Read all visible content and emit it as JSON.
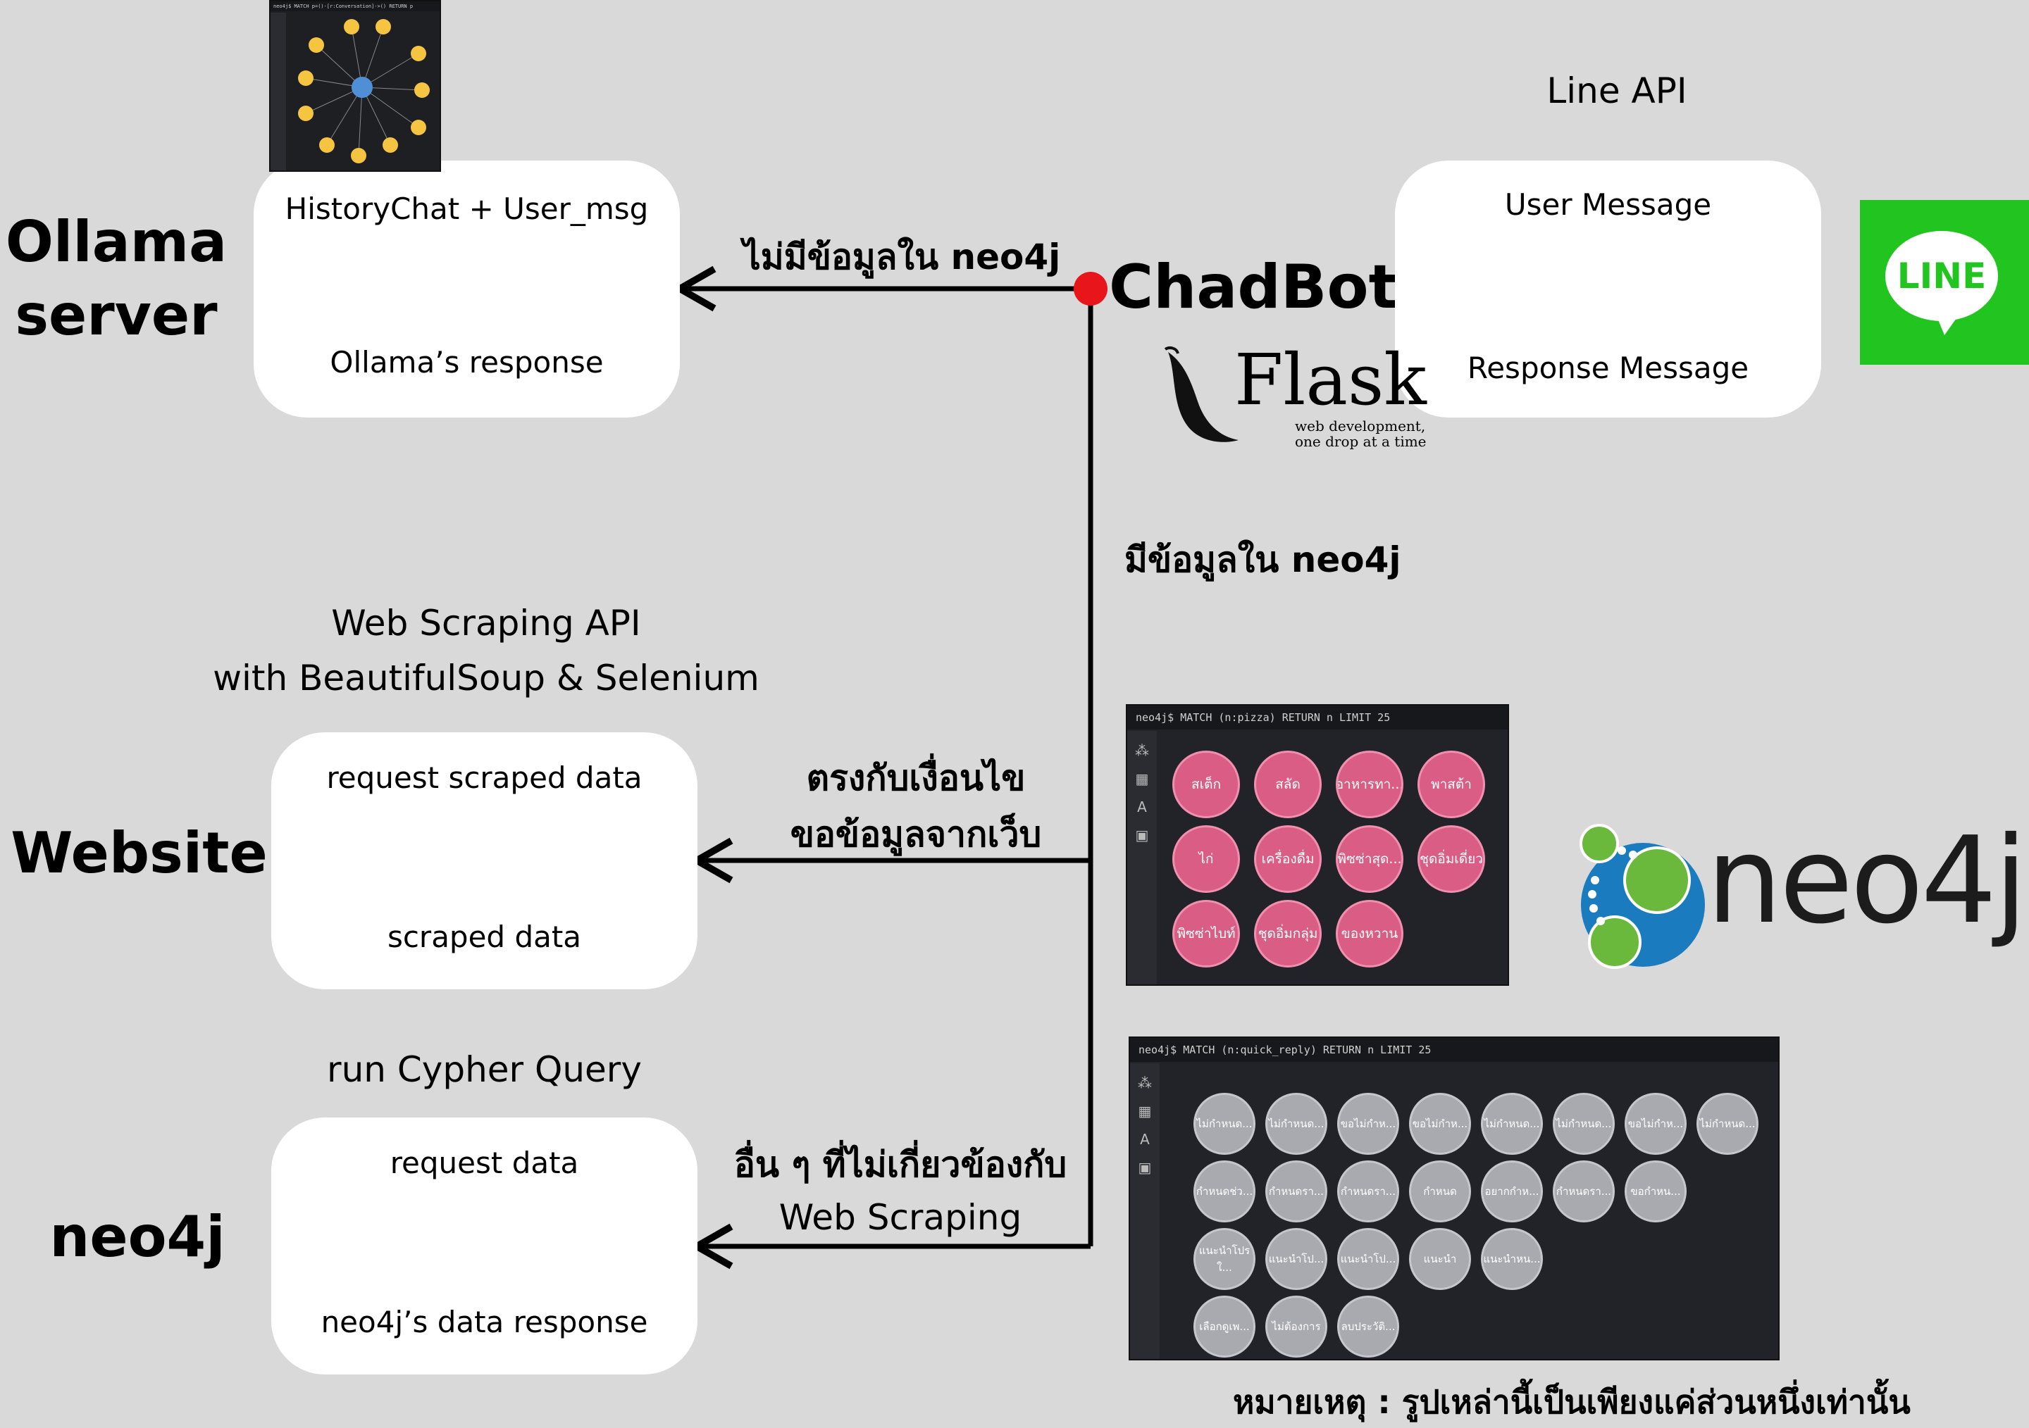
{
  "nodes": {
    "ollama_server": "Ollama\nserver",
    "website": "Website",
    "neo4j": "neo4j",
    "chadbot": "ChadBot"
  },
  "headings": {
    "line_api": "Line API",
    "web_scraping_api": "Web Scraping API",
    "web_scraping_with": "with BeautifulSoup & Selenium",
    "run_cypher": "run Cypher Query"
  },
  "ollama_box": {
    "top": "HistoryChat + User_msg",
    "bottom": "Ollama’s response"
  },
  "line_box": {
    "top": "User Message",
    "bottom": "Response Message"
  },
  "web_box": {
    "top": "request scraped data",
    "bottom": "scraped data"
  },
  "neo4j_box": {
    "top": "request data",
    "bottom": "neo4j’s data response"
  },
  "conditions": {
    "no_data": "ไม่มีข้อมูลใน neo4j",
    "has_data": "มีข้อมูลใน neo4j",
    "web_cond_1": "ตรงกับเงื่อนไข",
    "web_cond_2": "ขอข้อมูลจากเว็บ",
    "other_1": "อื่น ๆ ที่ไม่เกี่ยวข้องกับ",
    "other_2": "Web Scraping"
  },
  "logos": {
    "flask": "Flask",
    "flask_tag_1": "web development,",
    "flask_tag_2": "one drop at a time",
    "neo4j": "neo4j",
    "line": "LINE"
  },
  "screenshots": {
    "ollama_query": "neo4j$ MATCH p=()-[r:Conversation]->() RETURN p",
    "pizza_query": "neo4j$ MATCH (n:pizza) RETURN n LIMIT 25",
    "pizza_nodes": [
      "สเต็ก",
      "สลัด",
      "อาหารทา...",
      "พาสต้า",
      "ไก่",
      "เครื่องดื่ม",
      "พิซซ่าสุด...",
      "ชุดอิ่มเดี่ยว",
      "พิซซ่าไบท์",
      "ชุดอิ่มกลุ่ม",
      "ของหวาน"
    ],
    "quick_query": "neo4j$ MATCH (n:quick_reply) RETURN n LIMIT 25",
    "quick_nodes": [
      "ไม่กำหนด...",
      "ไม่กำหนด...",
      "ขอไม่กำห...",
      "ขอไม่กำห...",
      "ไม่กำหนด...",
      "ไม่กำหนด...",
      "ขอไม่กำห...",
      "ไม่กำหนด...",
      "กำหนดช่ว...",
      "กำหนดรา...",
      "กำหนดรา...",
      "กำหนด",
      "อยากกำห...",
      "กำหนดรา...",
      "ขอกำหน...",
      "แนะนำโปร\nใ...",
      "แนะนำโป...",
      "แนะนำโป...",
      "แนะนำ",
      "แนะนำหน...",
      "เลือกดูเพ...",
      "ไม่ต้องการ",
      "ลบประวัติ..."
    ]
  },
  "note": "หมายเหตุ : รูปเหล่านี้เป็นเพียงแค่ส่วนหนึ่งเท่านั้น",
  "colors": {
    "background": "#d9d9d9",
    "junction": "#e8151b",
    "line_green": "#22c520",
    "neo4j_blue": "#1a7bbf",
    "neo4j_green": "#6ab83c",
    "pizza_node": "#d95d85"
  }
}
